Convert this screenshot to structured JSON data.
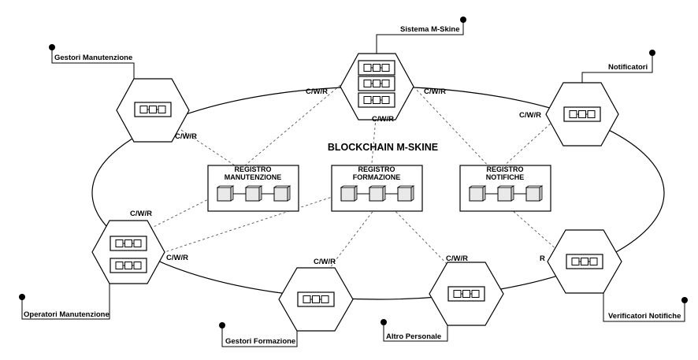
{
  "diagram": {
    "title": "BLOCKCHAIN M-SKINE",
    "registers": {
      "maintenance": [
        "REGISTRO",
        "MANUTENZIONE"
      ],
      "training": [
        "REGISTRO",
        "FORMAZIONE"
      ],
      "notifications": [
        "REGISTRO",
        "NOTIFICHE"
      ]
    },
    "actors": {
      "system": "Sistema M-Skine",
      "maintenance_managers": "Gestori Manutenzione",
      "notifiers": "Notificatori",
      "maintenance_operators": "Operatori Manutenzione",
      "notification_verifiers": "Verificatori Notifiche",
      "training_managers": "Gestori Formazione",
      "other_staff": "Altro Personale"
    },
    "permissions": {
      "system_left": "C/W/R",
      "system_bottom": "C/W/R",
      "system_right": "C/W/R",
      "maintenance_managers": "C/W/R",
      "notifiers": "C/W/R",
      "operators_top": "C/W/R",
      "operators_right": "C/W/R",
      "training_managers": "C/W/R",
      "other_staff": "C/W/R",
      "verifiers": "R"
    }
  }
}
